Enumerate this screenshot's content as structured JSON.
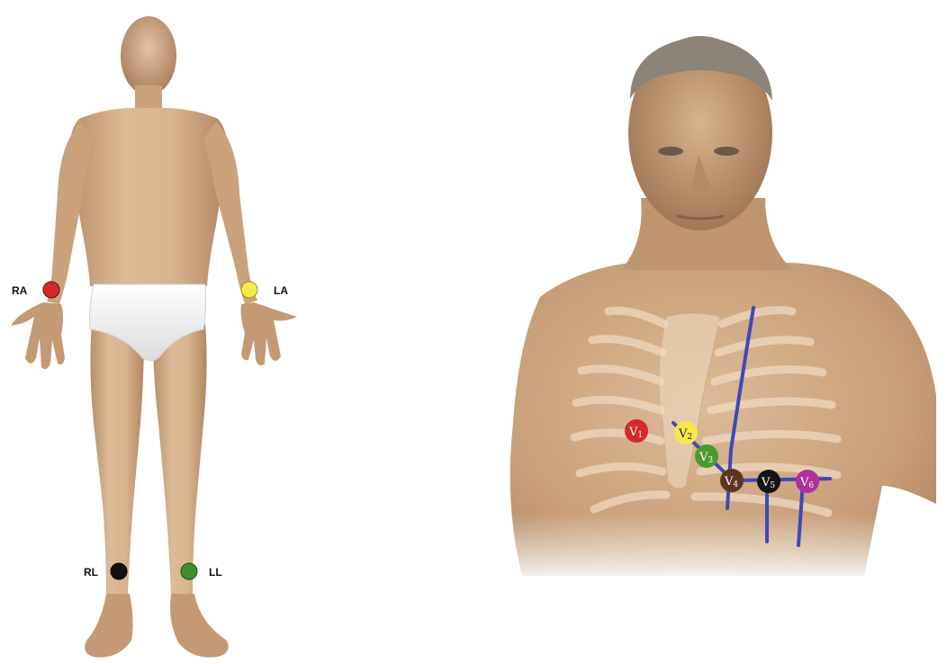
{
  "limb_leads": [
    {
      "id": "RA",
      "label": "RA",
      "color": "#d42a2a"
    },
    {
      "id": "LA",
      "label": "LA",
      "color": "#f7e94a"
    },
    {
      "id": "RL",
      "label": "RL",
      "color": "#111111"
    },
    {
      "id": "LL",
      "label": "LL",
      "color": "#3e8f2c"
    }
  ],
  "chest_leads": [
    {
      "id": "V1",
      "label": "V",
      "sub": "1",
      "color": "#d42a2a",
      "text_dark": false
    },
    {
      "id": "V2",
      "label": "V",
      "sub": "2",
      "color": "#f7e94a",
      "text_dark": true
    },
    {
      "id": "V3",
      "label": "V",
      "sub": "3",
      "color": "#4c9a2e",
      "text_dark": false
    },
    {
      "id": "V4",
      "label": "V",
      "sub": "4",
      "color": "#5a3524",
      "text_dark": false
    },
    {
      "id": "V5",
      "label": "V",
      "sub": "5",
      "color": "#151515",
      "text_dark": false
    },
    {
      "id": "V6",
      "label": "V",
      "sub": "6",
      "color": "#b0309a",
      "text_dark": false
    }
  ],
  "colors": {
    "skin": "#d8b48f",
    "skin_shadow": "#b98e68",
    "underwear": "#f3f3f3",
    "guide_line": "#4048b8",
    "rib": "#efdcc4"
  }
}
